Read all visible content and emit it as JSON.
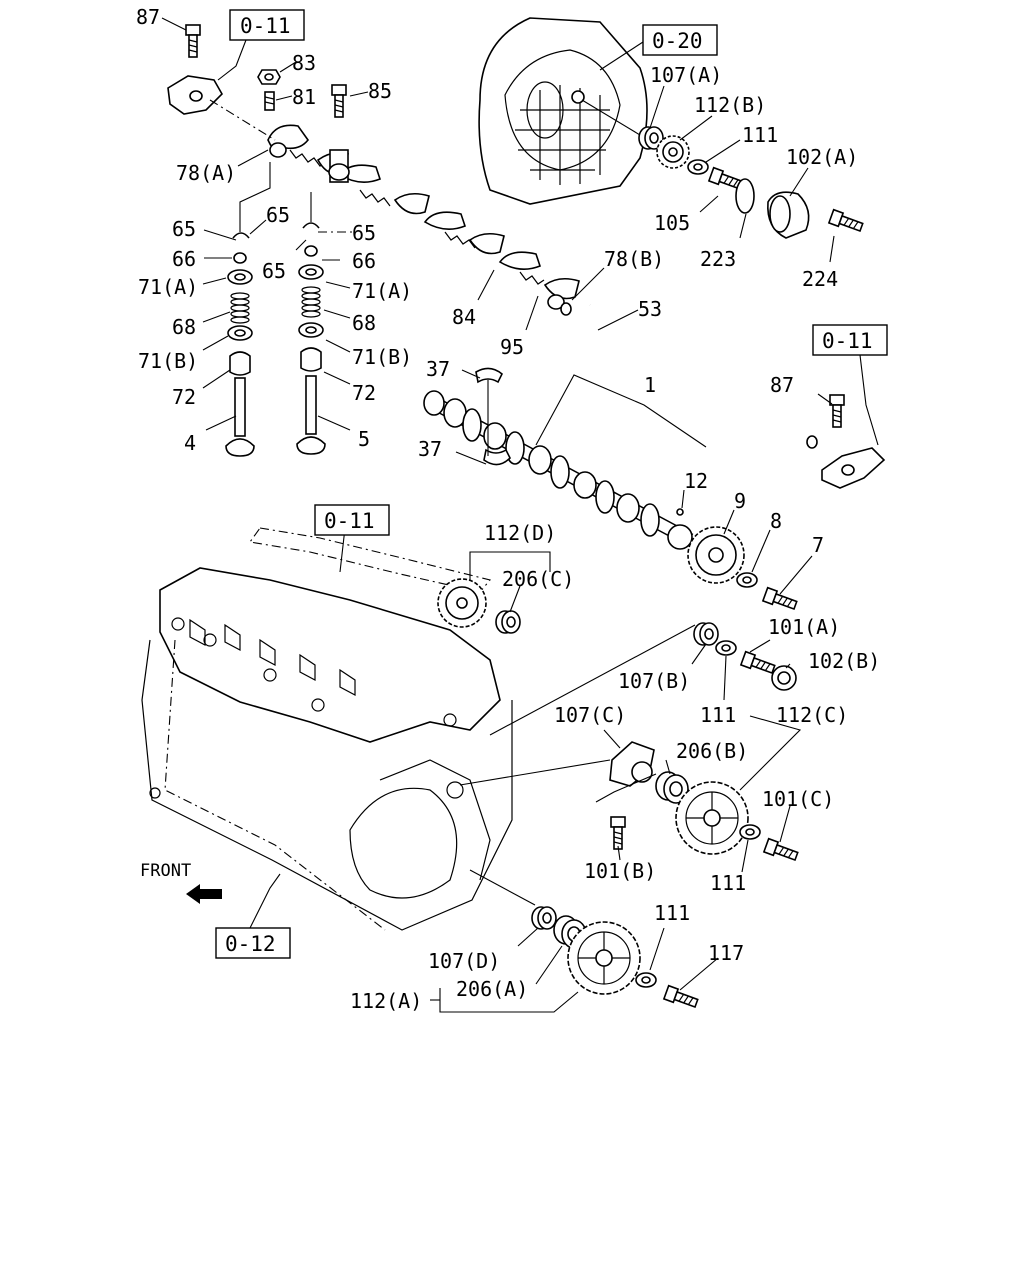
{
  "labels": {
    "l87a": "87",
    "l83": "83",
    "l81": "81",
    "l85": "85",
    "l78a": "78(A)",
    "l65a": "65",
    "l65b": "65",
    "l65c": "65",
    "l65d": "65",
    "l66a": "66",
    "l66b": "66",
    "l71aa": "71(A)",
    "l71ab": "71(A)",
    "l68a": "68",
    "l68b": "68",
    "l71ba": "71(B)",
    "l71bb": "71(B)",
    "l72a": "72",
    "l72b": "72",
    "l4": "4",
    "l5": "5",
    "l84": "84",
    "l95": "95",
    "l78b": "78(B)",
    "l53": "53",
    "l37a": "37",
    "l37b": "37",
    "l1": "1",
    "l12": "12",
    "l9": "9",
    "l8": "8",
    "l7": "7",
    "l87b": "87",
    "l107a": "107(A)",
    "l112b": "112(B)",
    "l111a": "111",
    "l102a": "102(A)",
    "l105": "105",
    "l223": "223",
    "l224": "224",
    "l112d": "112(D)",
    "l206c": "206(C)",
    "l101a": "101(A)",
    "l102b": "102(B)",
    "l107b": "107(B)",
    "l111b": "111",
    "l107c": "107(C)",
    "l112c": "112(C)",
    "l206b": "206(B)",
    "l101c": "101(C)",
    "l101b": "101(B)",
    "l111c": "111",
    "l111d": "111",
    "l117": "117",
    "l107d": "107(D)",
    "l112a": "112(A)",
    "l206a": "206(A)"
  },
  "refs": {
    "ref_011_top": "0-11",
    "ref_020": "0-20",
    "ref_011_right": "0-11",
    "ref_011_mid": "0-11",
    "ref_012": "0-12"
  },
  "front_label": "FRONT"
}
